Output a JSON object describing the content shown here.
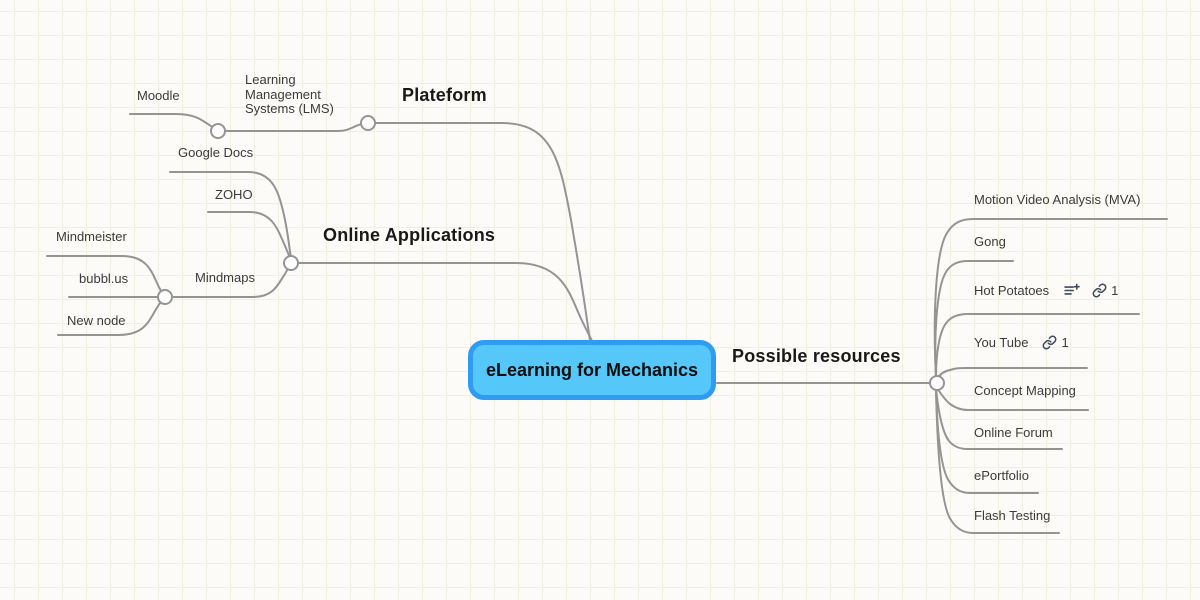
{
  "colors": {
    "background": "#fcfbf7",
    "grid_line": "#eff0e3",
    "connector_line": "#949494",
    "root_fill": "#55c7f8",
    "root_border": "#2e9cf3",
    "icon_color": "#3f4a5a"
  },
  "tree": {
    "label": "eLearning for Mechanics",
    "children": [
      {
        "label": "Plateform",
        "children": [
          {
            "label": "Learning Management Systems (LMS)",
            "children": [
              {
                "label": "Moodle"
              }
            ]
          }
        ]
      },
      {
        "label": "Online Applications",
        "children": [
          {
            "label": "Google Docs"
          },
          {
            "label": "ZOHO"
          },
          {
            "label": "Mindmaps",
            "children": [
              {
                "label": "Mindmeister"
              },
              {
                "label": "bubbl.us"
              },
              {
                "label": "New node"
              }
            ]
          }
        ]
      },
      {
        "label": "Possible resources",
        "children": [
          {
            "label": "Motion Video Analysis (MVA)"
          },
          {
            "label": "Gong"
          },
          {
            "label": "Hot Potatoes",
            "icons": [
              "list-plus-icon",
              "link-icon"
            ],
            "link_count": "1"
          },
          {
            "label": "You Tube",
            "icons": [
              "link-icon"
            ],
            "link_count": "1"
          },
          {
            "label": "Concept Mapping"
          },
          {
            "label": "Online Forum"
          },
          {
            "label": "ePortfolio"
          },
          {
            "label": "Flash Testing"
          }
        ]
      }
    ]
  }
}
